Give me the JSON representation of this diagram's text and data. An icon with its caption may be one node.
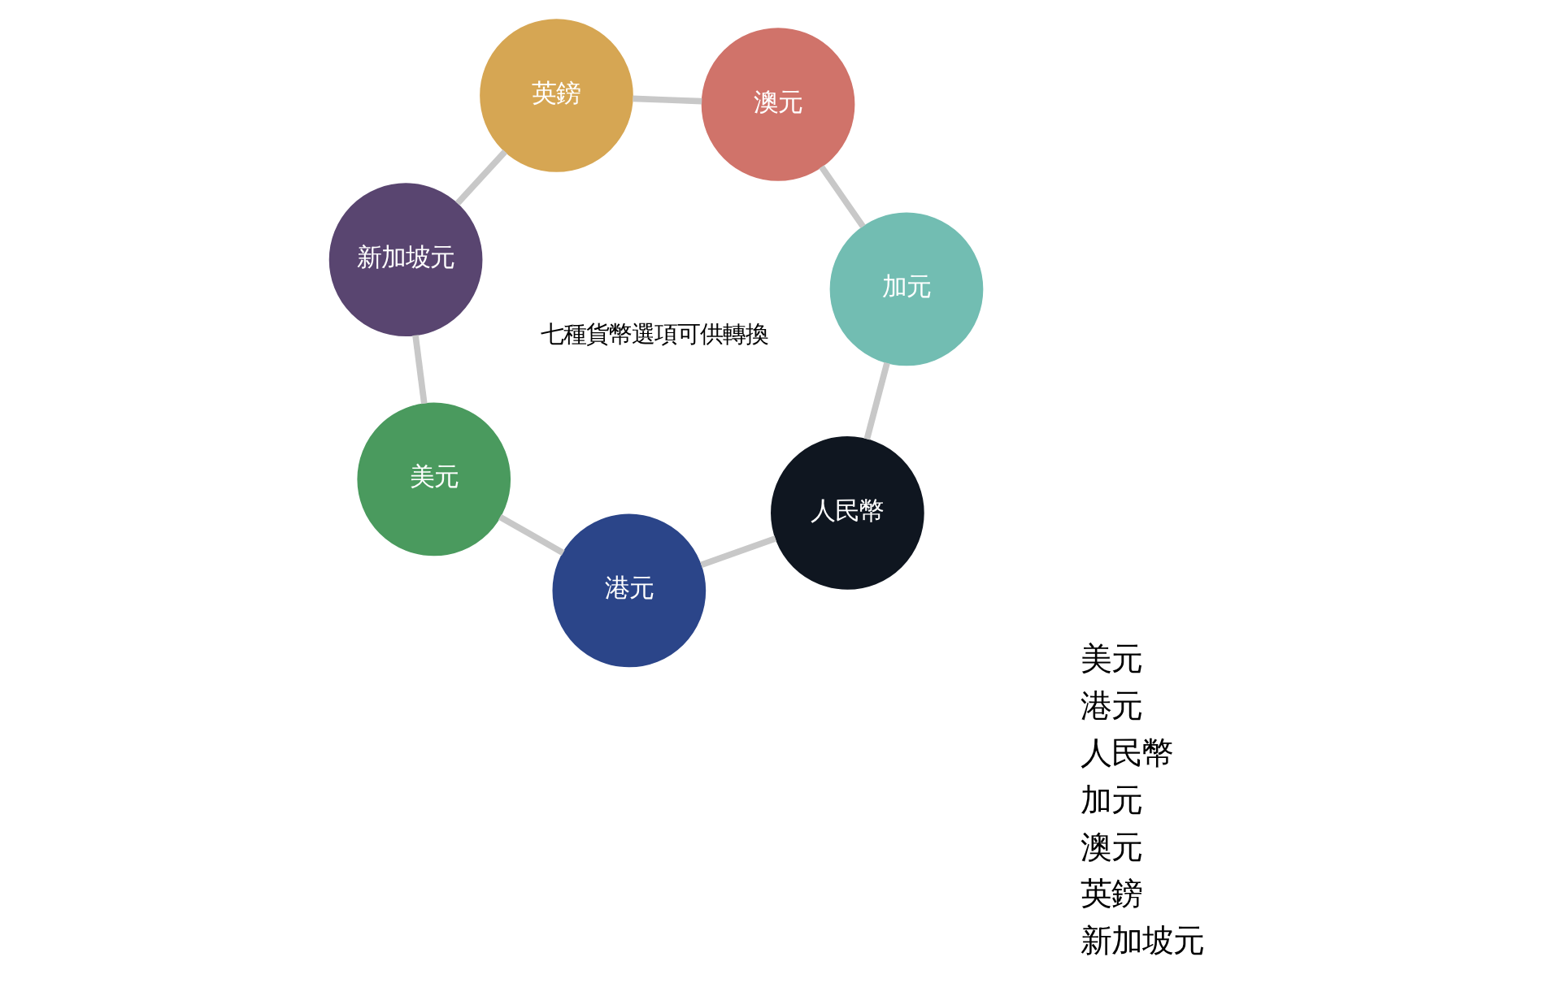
{
  "diagram": {
    "nodes": [
      {
        "text": [
          "美元"
        ]
      },
      {
        "text": [
          "港元"
        ]
      },
      {
        "text": [
          "人民幣"
        ]
      },
      {
        "text": [
          "加元"
        ]
      },
      {
        "text": [
          "澳元"
        ]
      },
      {
        "text": [
          "英鎊"
        ]
      },
      {
        "text": [
          "新加坡元"
        ]
      },
      {
        "text": [
          "七種貨幣選項可供轉換"
        ]
      }
    ],
    "edges": [
      {
        "from": 0,
        "to": 1,
        "arrow": "none"
      },
      {
        "from": 1,
        "to": 2,
        "arrow": "none"
      },
      {
        "from": 2,
        "to": 3,
        "arrow": "none"
      },
      {
        "from": 3,
        "to": 4,
        "arrow": "none"
      },
      {
        "from": 4,
        "to": 5,
        "arrow": "none"
      },
      {
        "from": 5,
        "to": 6,
        "arrow": "none"
      },
      {
        "from": 6,
        "to": 0,
        "arrow": "none"
      }
    ],
    "labels": [
      "美元",
      "港元",
      "人民幣",
      "加元",
      "澳元",
      "英鎊",
      "新加坡元"
    ]
  }
}
